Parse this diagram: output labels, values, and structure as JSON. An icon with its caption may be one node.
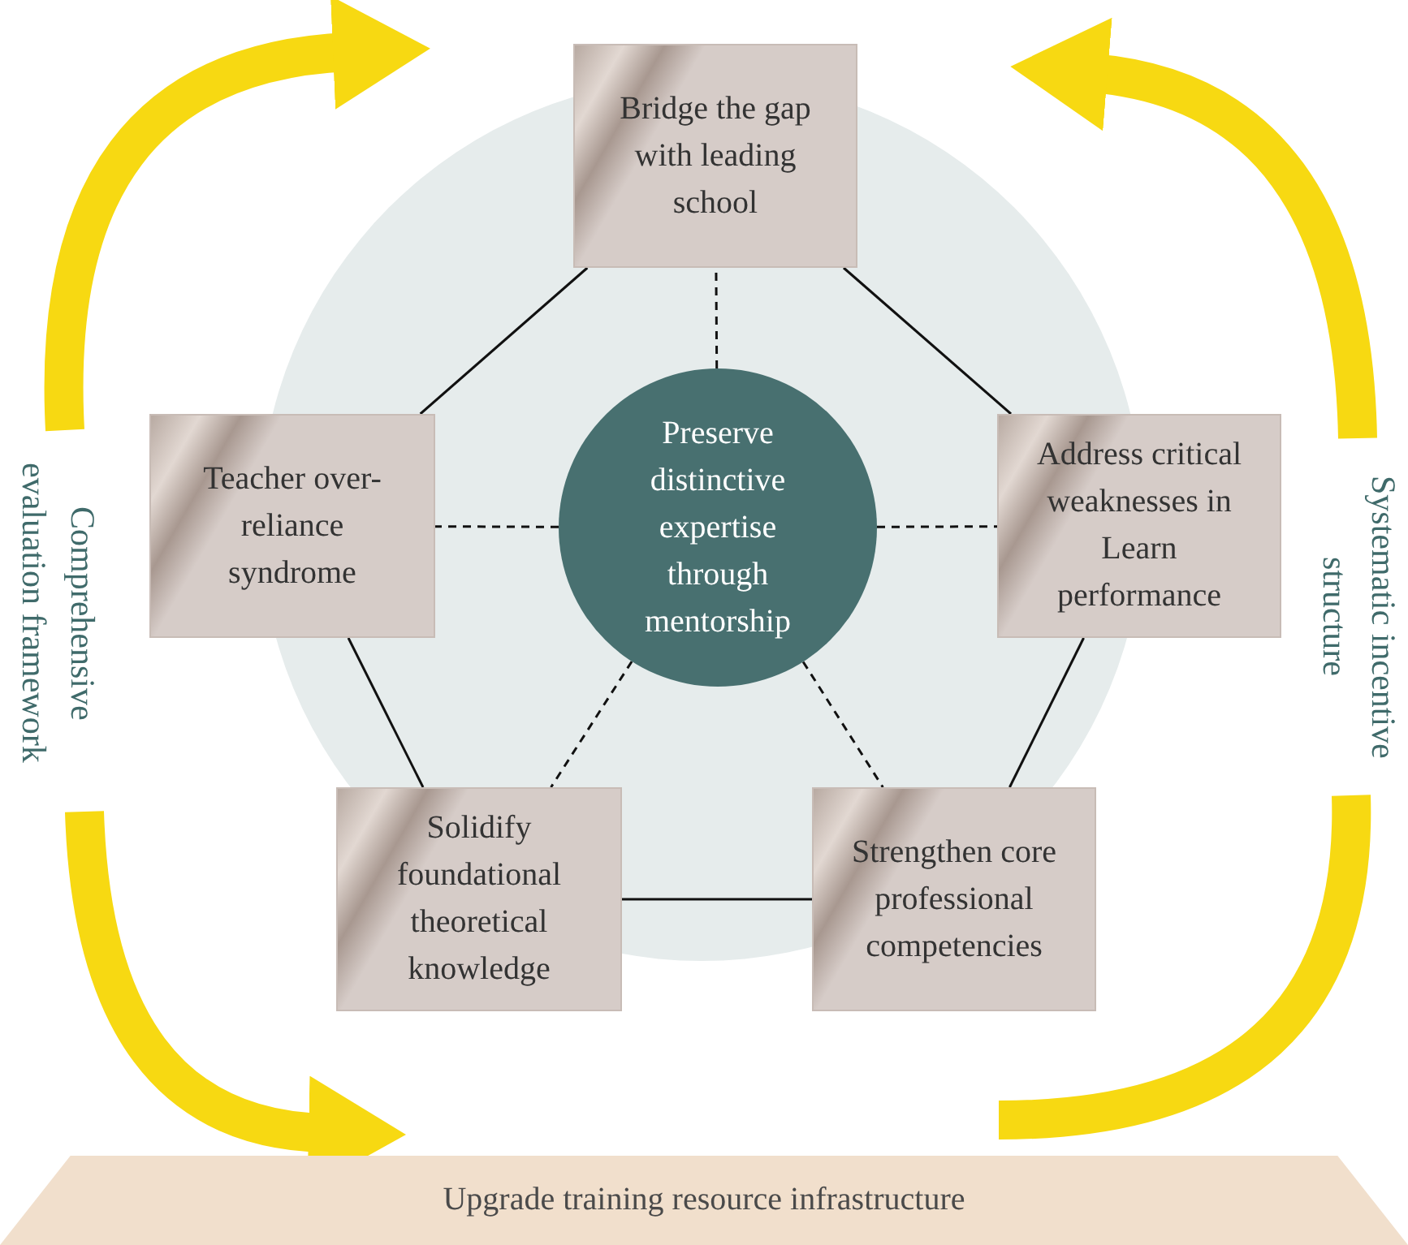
{
  "diagram": {
    "nodes": [
      {
        "text": [
          "Bridge the gap with leading school"
        ]
      },
      {
        "text": [
          "Teacher over-reliance syndrome"
        ]
      },
      {
        "text": [
          "Preserve distinctive expertise through mentorship"
        ]
      },
      {
        "text": [
          "Address critical weaknesses in Learn performance"
        ]
      },
      {
        "text": [
          "Solidify foundational theoretical knowledge"
        ]
      },
      {
        "text": [
          "Strengthen core professional competencies"
        ]
      },
      {
        "text": [
          "Comprehensive evaluation framework"
        ]
      },
      {
        "text": [
          "Systematic incentive structure"
        ]
      },
      {
        "text": [
          "Upgrade training resource infrastructure"
        ]
      }
    ],
    "edges": [
      {
        "from": 0,
        "to": 3,
        "arrow": "none"
      },
      {
        "from": 3,
        "to": 5,
        "arrow": "none"
      },
      {
        "from": 5,
        "to": 4,
        "arrow": "none"
      },
      {
        "from": 4,
        "to": 1,
        "arrow": "none"
      },
      {
        "from": 1,
        "to": 0,
        "arrow": "none"
      },
      {
        "from": 2,
        "to": 0,
        "arrow": "none",
        "style": "dashed"
      },
      {
        "from": 2,
        "to": 1,
        "arrow": "none",
        "style": "dashed"
      },
      {
        "from": 2,
        "to": 3,
        "arrow": "none",
        "style": "dashed"
      },
      {
        "from": 2,
        "to": 4,
        "arrow": "none",
        "style": "dashed"
      },
      {
        "from": 2,
        "to": 5,
        "arrow": "none",
        "style": "dashed"
      },
      {
        "from": 6,
        "to": null,
        "arrow": "to",
        "style": "thick",
        "color": "#f7d912"
      },
      {
        "from": 6,
        "to": 8,
        "arrow": "to",
        "style": "thick",
        "color": "#f7d912"
      },
      {
        "from": 7,
        "to": null,
        "arrow": "to",
        "style": "thick",
        "color": "#f7d912"
      },
      {
        "from": 7,
        "to": null,
        "arrow": "none",
        "style": "thick",
        "color": "#f7d912"
      }
    ]
  }
}
